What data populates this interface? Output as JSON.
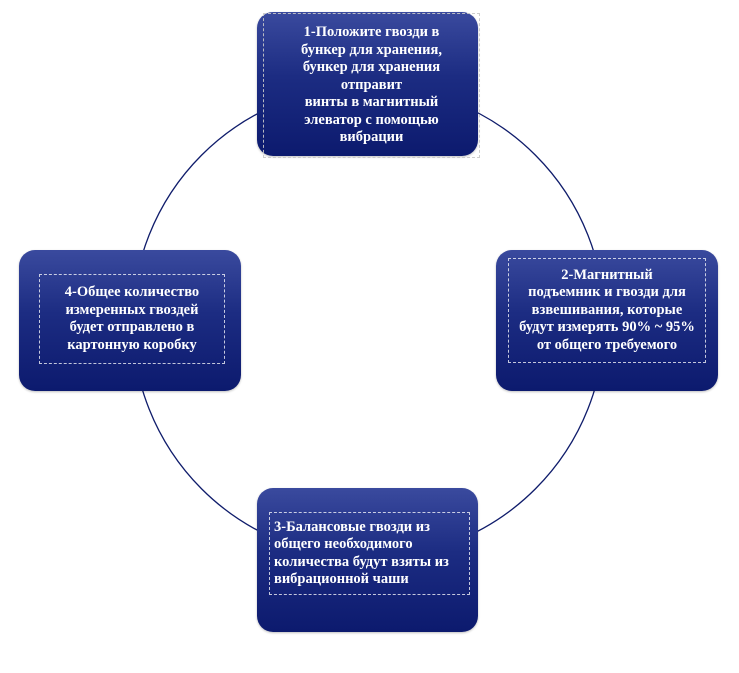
{
  "diagram": {
    "ring_color": "#0f1c6b",
    "box_color_top": "#3a4a9e",
    "box_color_bottom": "#0c1a6e",
    "text_color": "#ffffff",
    "steps": [
      {
        "lines": [
          "1-Положите гвозди в",
          "бункер для хранения,",
          "бункер для хранения",
          "отправит",
          "винты в магнитный",
          "элеватор с помощью",
          "вибрации"
        ]
      },
      {
        "lines": [
          "2-Магнитный",
          "подъемник и гвозди для",
          "взвешивания, которые",
          "будут измерять 90% ~ 95%",
          "от общего требуемого"
        ]
      },
      {
        "lines": [
          "3-Балансовые гвозди из",
          "общего необходимого",
          "количества будут взяты из",
          "вибрационной чаши"
        ]
      },
      {
        "lines": [
          "4-Общее количество",
          "измеренных гвоздей",
          "будет отправлено в",
          "картонную коробку"
        ]
      }
    ]
  }
}
